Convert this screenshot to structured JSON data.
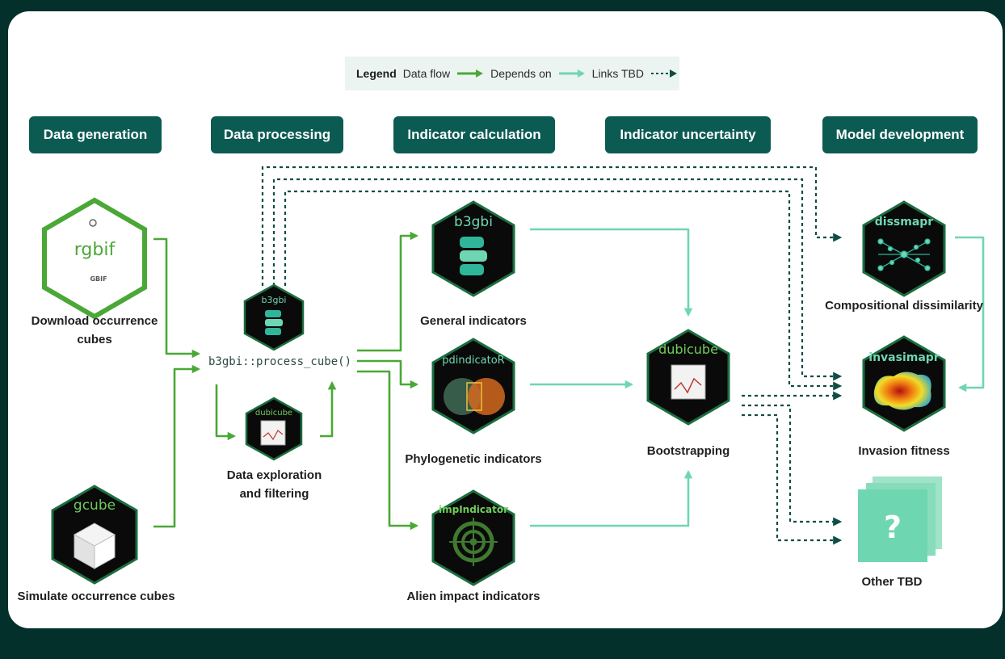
{
  "legend": {
    "title": "Legend",
    "data_flow": "Data flow",
    "depends_on": "Depends on",
    "links_tbd": "Links TBD"
  },
  "columns": [
    "Data generation",
    "Data processing",
    "Indicator calculation",
    "Indicator uncertainty",
    "Model development"
  ],
  "packages": {
    "rgbif": "rgbif",
    "gbif_mark": "GBIF",
    "gcube": "gcube",
    "b3gbi_small": "b3gbi",
    "dubicube_small": "dubicube",
    "b3gbi": "b3gbi",
    "pdindicator": "pdindicatoR",
    "impindicator": "impIndicator",
    "dubicube": "dubicube",
    "dissmapr": "dissmapr",
    "invasimapr": "invasimapr",
    "other": "?"
  },
  "labels": {
    "download": [
      "Download occurrence",
      "cubes"
    ],
    "simulate": "Simulate occurrence cubes",
    "process_cube": "b3gbi::process_cube()",
    "exploration": [
      "Data exploration",
      "and filtering"
    ],
    "general": "General indicators",
    "phylo": "Phylogenetic indicators",
    "alien": "Alien impact indicators",
    "bootstrap": "Bootstrapping",
    "compositional": "Compositional dissimilarity",
    "invasion": "Invasion fitness",
    "other": "Other TBD"
  },
  "colors": {
    "background": "#04302c",
    "header": "#0c5b53",
    "data_flow": "#4aa836",
    "depends_on": "#6fd6b2",
    "links_tbd": "#0f4d45",
    "hex_fill": "#0a0a0a"
  }
}
